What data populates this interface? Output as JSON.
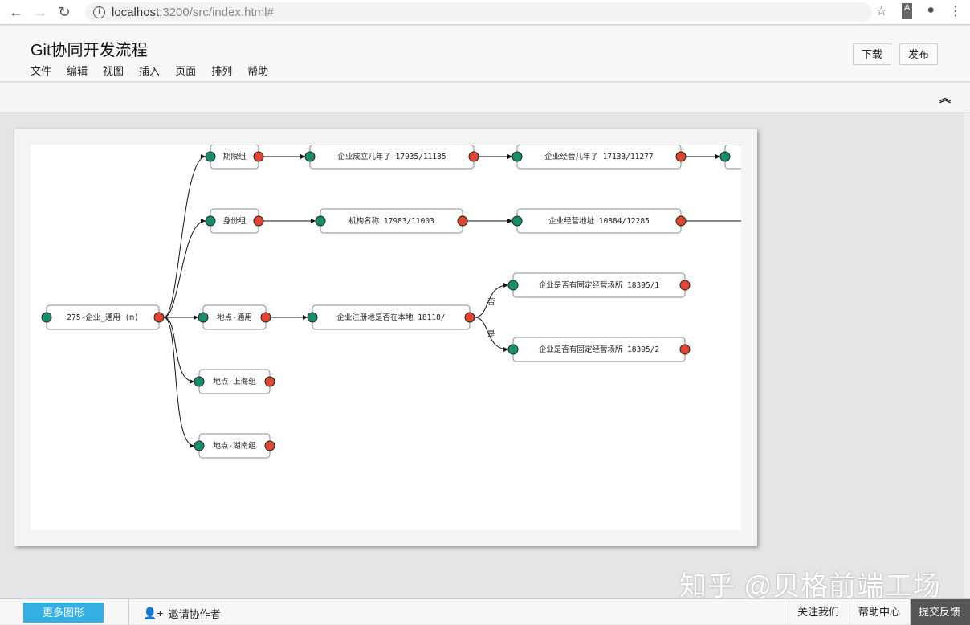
{
  "browser": {
    "url_host": "localhost:",
    "url_rest": "3200/src/index.html#"
  },
  "header": {
    "title": "Git协同开发流程",
    "menu": [
      "文件",
      "编辑",
      "视图",
      "插入",
      "页面",
      "排列",
      "帮助"
    ],
    "download": "下载",
    "publish": "发布"
  },
  "diagram": {
    "colors": {
      "input_port": "#1a8c6e",
      "output_port": "#e0452f"
    },
    "nodes": [
      {
        "id": "root",
        "label": "275-企业_通用 (m)"
      },
      {
        "id": "qx",
        "label": "期限组"
      },
      {
        "id": "cl",
        "label": "企业成立几年了 17935/11135"
      },
      {
        "id": "jy",
        "label": "企业经营几年了 17133/11277"
      },
      {
        "id": "part",
        "label": ""
      },
      {
        "id": "sf",
        "label": "身份组"
      },
      {
        "id": "jg",
        "label": "机构名称 17983/11003"
      },
      {
        "id": "dz",
        "label": "企业经营地址  10884/12285"
      },
      {
        "id": "dd",
        "label": "地点-通用"
      },
      {
        "id": "zc",
        "label": "企业注册地是否在本地  18118/"
      },
      {
        "id": "gd1",
        "label": "企业是否有固定经营场所  18395/1"
      },
      {
        "id": "gd2",
        "label": "企业是否有固定经营场所  18395/2"
      },
      {
        "id": "sh",
        "label": "地点-上海组"
      },
      {
        "id": "hn",
        "label": "地点-湖南组"
      }
    ],
    "edge_labels": {
      "no": "否",
      "yes": "是"
    }
  },
  "watermark": "知乎 @贝格前端工场",
  "footer": {
    "more_shapes": "更多图形",
    "invite": "邀请协作者",
    "follow": "关注我们",
    "help": "帮助中心",
    "feedback": "提交反馈"
  }
}
